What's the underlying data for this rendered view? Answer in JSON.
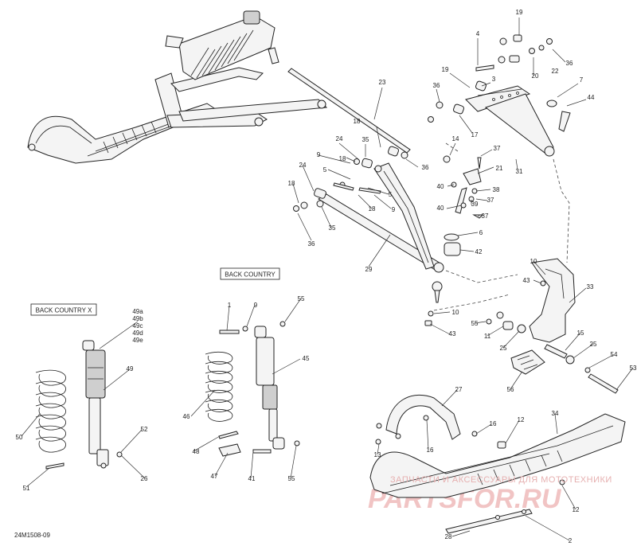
{
  "diagram": {
    "drawing_code": "24M1508-09",
    "boxes": {
      "back_country": "BACK COUNTRY",
      "back_country_x": "BACK COUNTRY X"
    },
    "watermark": {
      "line1": "ЗАПЧАСТИ И АКСЕССУАРЫ ДЛЯ МОТОТЕХНИКИ",
      "line2": "PARTSFOR.RU"
    },
    "callouts": {
      "c19a": "19",
      "c4": "4",
      "c36a": "36",
      "c22": "22",
      "c20": "20",
      "c23": "23",
      "c19b": "19",
      "c3": "3",
      "c36b": "36",
      "c7": "7",
      "c44": "44",
      "c17": "17",
      "c18a": "18",
      "c24a": "24",
      "c35a": "35",
      "c14": "14",
      "c37a": "37",
      "c9a": "9",
      "c18b": "18",
      "c36c": "36",
      "c21": "21",
      "c31": "31",
      "c5a": "5",
      "c24b": "24",
      "c40a": "40",
      "c38": "38",
      "c5b": "5",
      "c18c": "18",
      "c9b": "9",
      "c18d": "18",
      "c39": "39",
      "c40b": "40",
      "c37b": "37",
      "c37c": "37",
      "c35b": "35",
      "c6": "6",
      "c36d": "36",
      "c42": "42",
      "c29": "29",
      "c10a": "10",
      "c43a": "43",
      "c33": "33",
      "c49a": "49a",
      "c49b": "49b",
      "c49c": "49c",
      "c49d": "49d",
      "c49e": "49e",
      "c1": "1",
      "c9c": "9",
      "c55a": "55",
      "c10b": "10",
      "c43b": "43",
      "c55b": "55",
      "c11": "11",
      "c15": "15",
      "c25a": "25",
      "c25b": "25",
      "c54": "54",
      "c53": "53",
      "c56": "56",
      "c45": "45",
      "c49": "49",
      "c46": "46",
      "c27": "27",
      "c34": "34",
      "c50": "50",
      "c52": "52",
      "c16a": "16",
      "c12a": "12",
      "c48": "48",
      "c13": "13",
      "c16b": "16",
      "c26": "26",
      "c47": "47",
      "c41": "41",
      "c55c": "55",
      "c51": "51",
      "c12b": "12",
      "c28": "28",
      "c2": "2"
    }
  }
}
